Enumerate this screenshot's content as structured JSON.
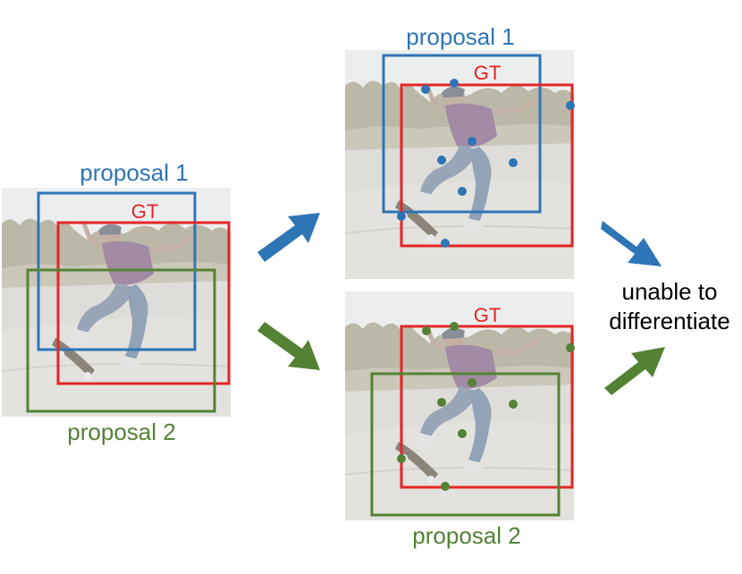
{
  "labels": {
    "proposal1": "proposal 1",
    "proposal2": "proposal 2",
    "gt": "GT",
    "conclusion_line1": "unable to",
    "conclusion_line2": "differentiate"
  },
  "colors": {
    "proposal1": "#2e75b6",
    "proposal2": "#548235",
    "gt": "#e32626",
    "photo_fade": "#ffffff"
  },
  "icons": {
    "skate_photo": "skateboarder-photo",
    "arrow": "arrow-icon",
    "keypoint": "keypoint-dot"
  }
}
